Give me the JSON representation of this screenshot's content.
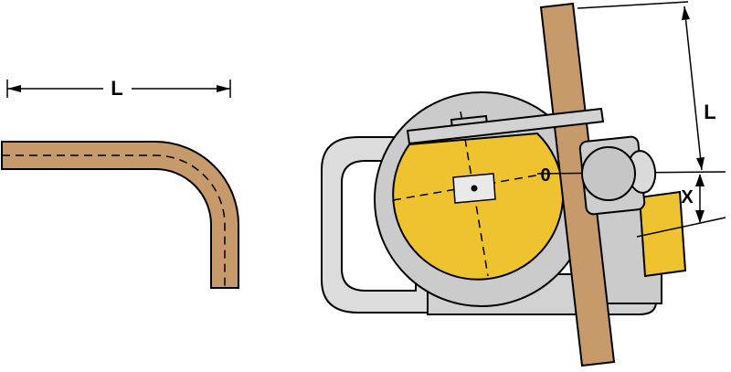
{
  "diagram": {
    "left_dimension_label": "L",
    "right_dimension_label": "L",
    "x_dimension_label": "X",
    "zero_label": "0"
  },
  "colors": {
    "pipe": "#C69A6B",
    "die_yellow": "#EFC32F",
    "body_gray": "#CBCBCB",
    "handle_gray": "#DCDCDC",
    "plate_gray": "#D2D2D2",
    "block_gray": "#CDCDCD",
    "roller_gray": "#C6C6C6",
    "roller_end_gray": "#DADADA",
    "center_block_gray": "#E9E9E9",
    "outline": "#000000",
    "background": "#FFFFFF"
  }
}
